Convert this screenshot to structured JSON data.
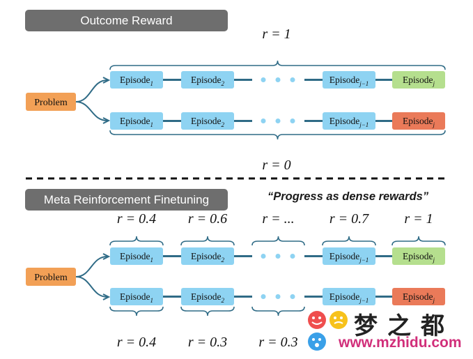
{
  "top_section": {
    "banner": "Outcome Reward",
    "reward_success": "r = 1",
    "reward_failure": "r = 0",
    "problem": "Problem"
  },
  "bottom_section": {
    "banner": "Meta Reinforcement Finetuning",
    "quote": "“Progress as dense rewards”",
    "problem": "Problem",
    "top_rewards": [
      "r = 0.4",
      "r = 0.6",
      "r = ...",
      "r = 0.7",
      "r = 1"
    ],
    "bottom_rewards": [
      "r = 0.4",
      "r = 0.3",
      "r = 0.3"
    ]
  },
  "episode": {
    "base": "Episode",
    "sub_1": "1",
    "sub_2": "2",
    "sub_prev": "j−1",
    "sub_last": "j"
  },
  "colors": {
    "banner": "#6e6e6e",
    "problem": "#f2a056",
    "episode": "#8ed3f2",
    "success": "#b5df8e",
    "failure": "#ea7a59",
    "connector": "#2f6b86",
    "ellipsis": "#8ed3f2"
  },
  "watermark": {
    "chinese": "梦之都",
    "url": "www.mzhidu.com"
  }
}
